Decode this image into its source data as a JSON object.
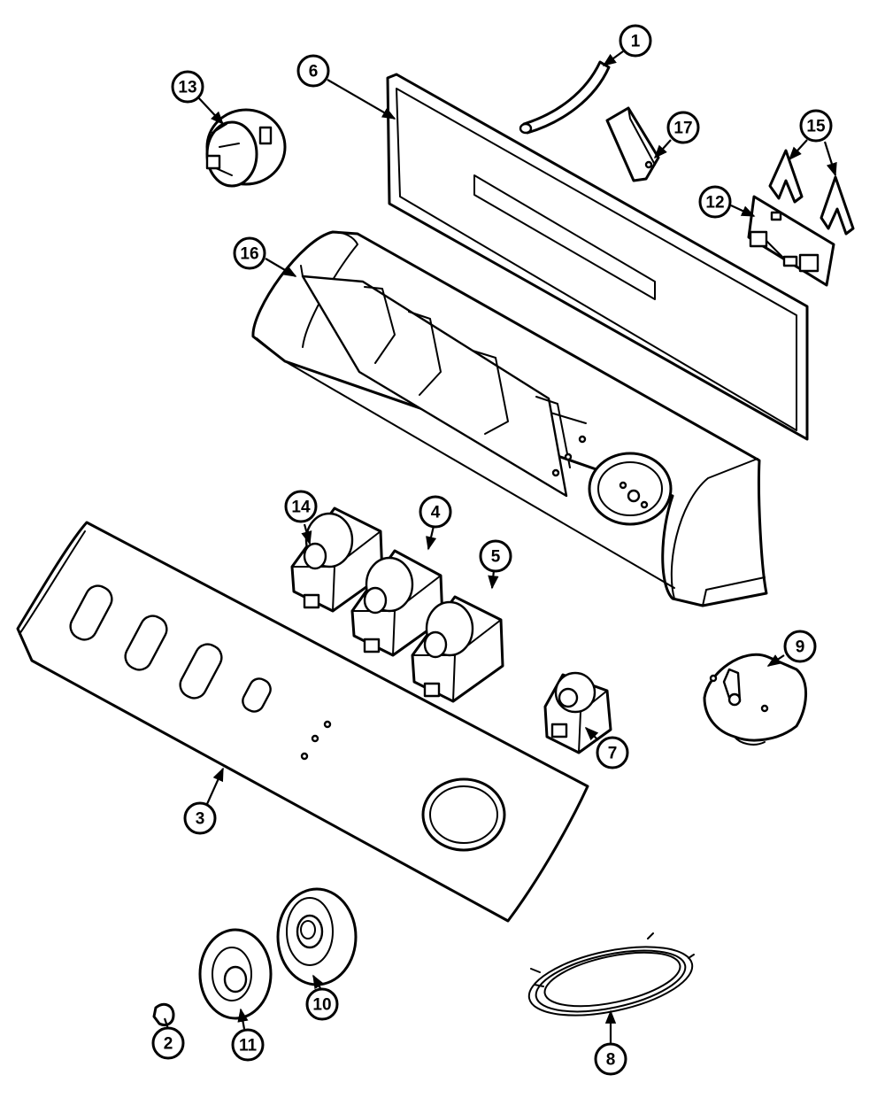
{
  "diagram": {
    "callouts": [
      {
        "id": "c1",
        "label": "1"
      },
      {
        "id": "c2",
        "label": "2"
      },
      {
        "id": "c3",
        "label": "3"
      },
      {
        "id": "c4",
        "label": "4"
      },
      {
        "id": "c5",
        "label": "5"
      },
      {
        "id": "c6",
        "label": "6"
      },
      {
        "id": "c7",
        "label": "7"
      },
      {
        "id": "c8",
        "label": "8"
      },
      {
        "id": "c9",
        "label": "9"
      },
      {
        "id": "c10",
        "label": "10"
      },
      {
        "id": "c11",
        "label": "11"
      },
      {
        "id": "c12",
        "label": "12"
      },
      {
        "id": "c13",
        "label": "13"
      },
      {
        "id": "c14",
        "label": "14"
      },
      {
        "id": "c15",
        "label": "15"
      },
      {
        "id": "c16",
        "label": "16"
      },
      {
        "id": "c17",
        "label": "17"
      }
    ],
    "colors": {
      "line": "#000000",
      "background": "#ffffff"
    }
  }
}
